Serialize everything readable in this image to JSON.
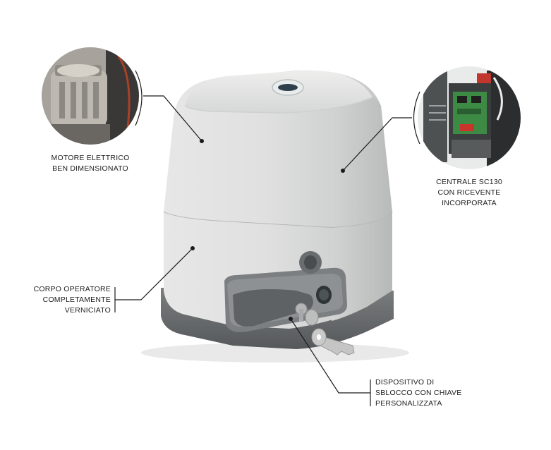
{
  "callouts": {
    "motor": {
      "line1": "MOTORE ELETTRICO",
      "line2": "BEN DIMENSIONATO"
    },
    "control": {
      "line1": "CENTRALE SC130",
      "line2": "CON RICEVENTE",
      "line3": "INCORPORATA"
    },
    "body": {
      "line1": "CORPO OPERATORE",
      "line2": "COMPLETAMENTE",
      "line3": "VERNICIATO"
    },
    "release": {
      "line1": "DISPOSITIVO DI",
      "line2": "SBLOCCO CON CHIAVE",
      "line3": "PERSONALIZZATA"
    }
  },
  "colors": {
    "housing_light": "#e4e5e4",
    "housing_mid": "#c9cbca",
    "base_dark": "#6f7273",
    "leader_line": "#1a1a1a"
  }
}
